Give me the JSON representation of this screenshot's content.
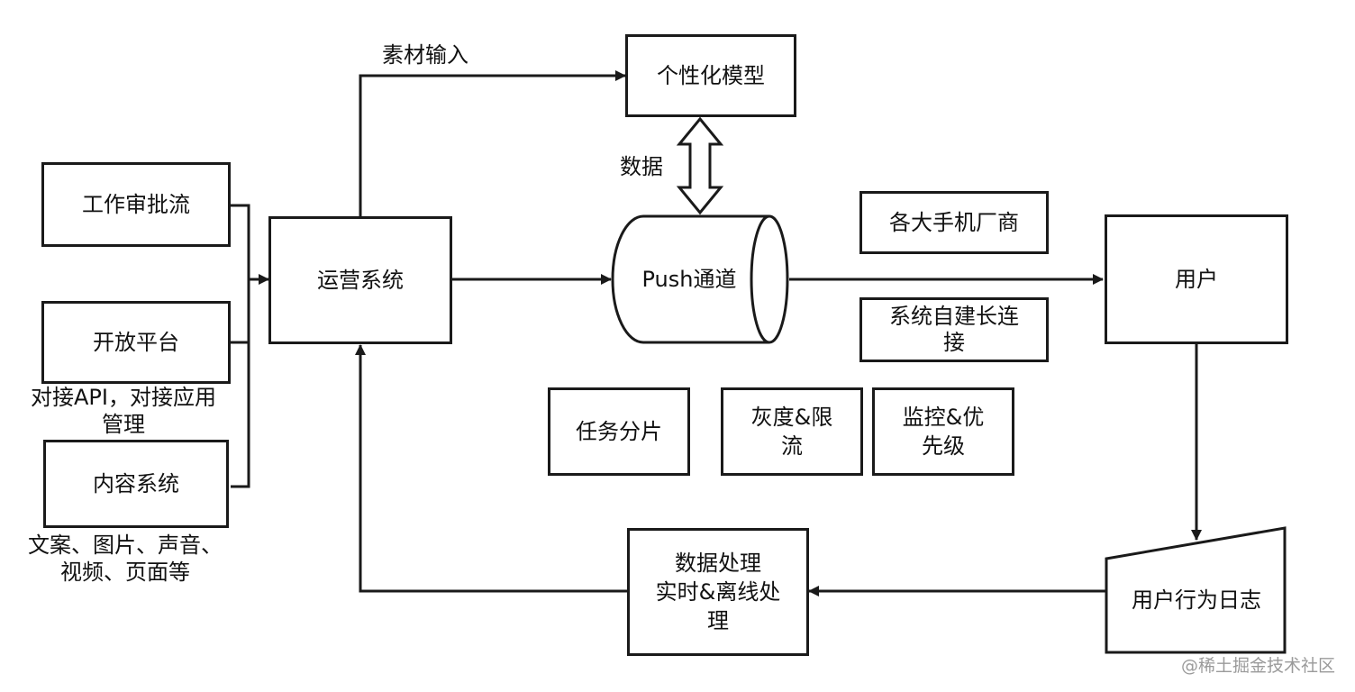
{
  "nodes": {
    "workflow": "工作审批流",
    "open_platform": "开放平台",
    "content_system": "内容系统",
    "ops_system": "运营系统",
    "personal_model": "个性化模型",
    "push_channel": "Push通道",
    "vendors": "各大手机厂商",
    "self_conn_line1": "系统自建长连",
    "self_conn_line2": "接",
    "user": "用户",
    "task_shard": "任务分片",
    "gray_line1": "灰度&限",
    "gray_line2": "流",
    "monitor_line1": "监控&优",
    "monitor_line2": "先级",
    "data_proc_line1": "数据处理",
    "data_proc_line2": "实时&离线处",
    "data_proc_line3": "理",
    "behavior_log": "用户行为日志"
  },
  "labels": {
    "material_input": "素材输入",
    "data": "数据",
    "open_note_line1": "对接API，对接应用",
    "open_note_line2": "管理",
    "content_note_line1": "文案、图片、声音、",
    "content_note_line2": "视频、页面等"
  },
  "watermark": "@稀土掘金技术社区",
  "colors": {
    "stroke": "#1a1a1a",
    "text": "#111111",
    "watermark": "#9a9a9a"
  }
}
